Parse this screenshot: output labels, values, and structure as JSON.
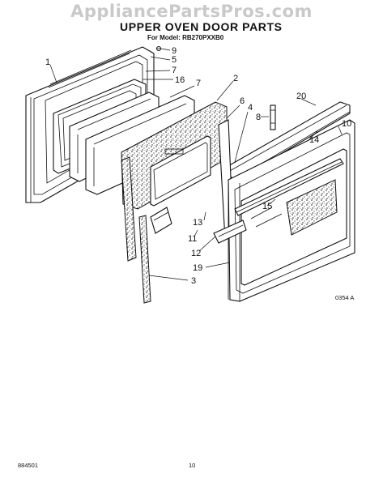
{
  "watermark": "AppliancePartsPros.com",
  "title": "UPPER OVEN DOOR PARTS",
  "model_line": "For Model: RB270PXXB0",
  "callouts": {
    "c1": "1",
    "c2": "2",
    "c3": "3",
    "c4": "4",
    "c5": "5",
    "c6": "6",
    "c7a": "7",
    "c7b": "7",
    "c8": "8",
    "c9": "9",
    "c10": "10",
    "c11": "11",
    "c12": "12",
    "c13": "13",
    "c14": "14",
    "c15": "15",
    "c16": "16",
    "c19": "19",
    "c20": "20"
  },
  "figure_code": "0354 A",
  "doc_number": "884501",
  "page_number": "10"
}
